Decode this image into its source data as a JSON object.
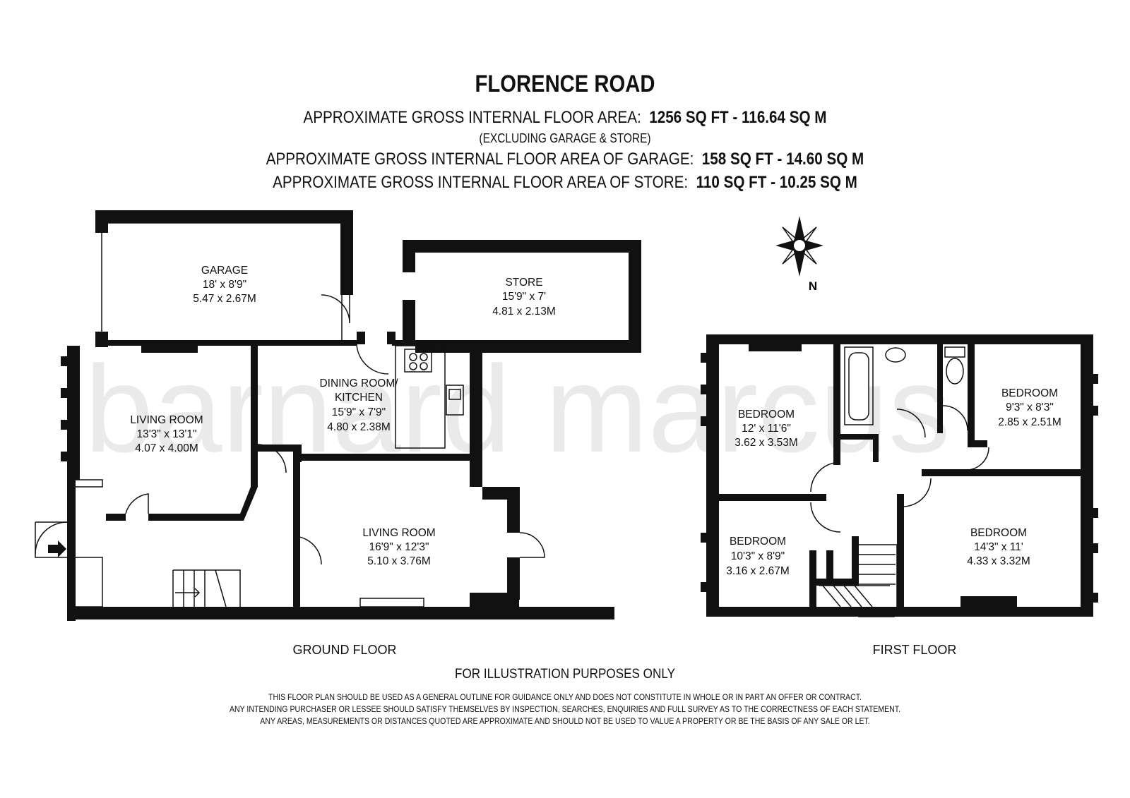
{
  "header": {
    "title": "FLORENCE ROAD",
    "line1_prefix": "APPROXIMATE GROSS INTERNAL FLOOR AREA:",
    "line1_value": "1256 SQ FT  -  116.64 SQ M",
    "line2": "(EXCLUDING GARAGE & STORE)",
    "line3_prefix": "APPROXIMATE GROSS INTERNAL FLOOR AREA OF GARAGE:",
    "line3_value": "158 SQ FT  -  14.60 SQ M",
    "line4_prefix": "APPROXIMATE GROSS INTERNAL FLOOR AREA OF STORE:",
    "line4_value": "110 SQ FT  -  10.25 SQ M"
  },
  "watermark": "barnard marcus",
  "compass": {
    "label": "N"
  },
  "ground_floor": {
    "label": "GROUND FLOOR",
    "rooms": {
      "garage": {
        "name": "GARAGE",
        "imperial": "18' x 8'9\"",
        "metric": "5.47 x 2.67M"
      },
      "store": {
        "name": "STORE",
        "imperial": "15'9\" x 7'",
        "metric": "4.81 x 2.13M"
      },
      "dining": {
        "name1": "DINING ROOM/",
        "name2": "KITCHEN",
        "imperial": "15'9\" x 7'9\"",
        "metric": "4.80 x 2.38M"
      },
      "living1": {
        "name": "LIVING ROOM",
        "imperial": "13'3\" x 13'1\"",
        "metric": "4.07 x 4.00M"
      },
      "living2": {
        "name": "LIVING ROOM",
        "imperial": "16'9\" x 12'3\"",
        "metric": "5.10 x 3.76M"
      }
    }
  },
  "first_floor": {
    "label": "FIRST FLOOR",
    "rooms": {
      "bed1": {
        "name": "BEDROOM",
        "imperial": "12' x 11'6\"",
        "metric": "3.62 x 3.53M"
      },
      "bed2": {
        "name": "BEDROOM",
        "imperial": "9'3\" x 8'3\"",
        "metric": "2.85 x 2.51M"
      },
      "bed3": {
        "name": "BEDROOM",
        "imperial": "10'3\" x 8'9\"",
        "metric": "3.16 x 2.67M"
      },
      "bed4": {
        "name": "BEDROOM",
        "imperial": "14'3\" x 11'",
        "metric": "4.33 x 3.32M"
      }
    }
  },
  "footer": {
    "illustration": "FOR ILLUSTRATION PURPOSES ONLY",
    "disclaimer1": "THIS FLOOR PLAN SHOULD BE USED AS A GENERAL OUTLINE FOR GUIDANCE ONLY AND DOES NOT CONSTITUTE IN WHOLE OR IN PART AN OFFER OR CONTRACT.",
    "disclaimer2": "ANY INTENDING PURCHASER OR LESSEE SHOULD SATISFY THEMSELVES BY INSPECTION, SEARCHES, ENQUIRIES AND FULL SURVEY AS TO THE CORRECTNESS OF EACH STATEMENT.",
    "disclaimer3": "ANY AREAS, MEASUREMENTS OR DISTANCES QUOTED ARE APPROXIMATE AND SHOULD NOT BE USED TO VALUE A PROPERTY OR BE THE BASIS OF ANY SALE OR LET."
  }
}
